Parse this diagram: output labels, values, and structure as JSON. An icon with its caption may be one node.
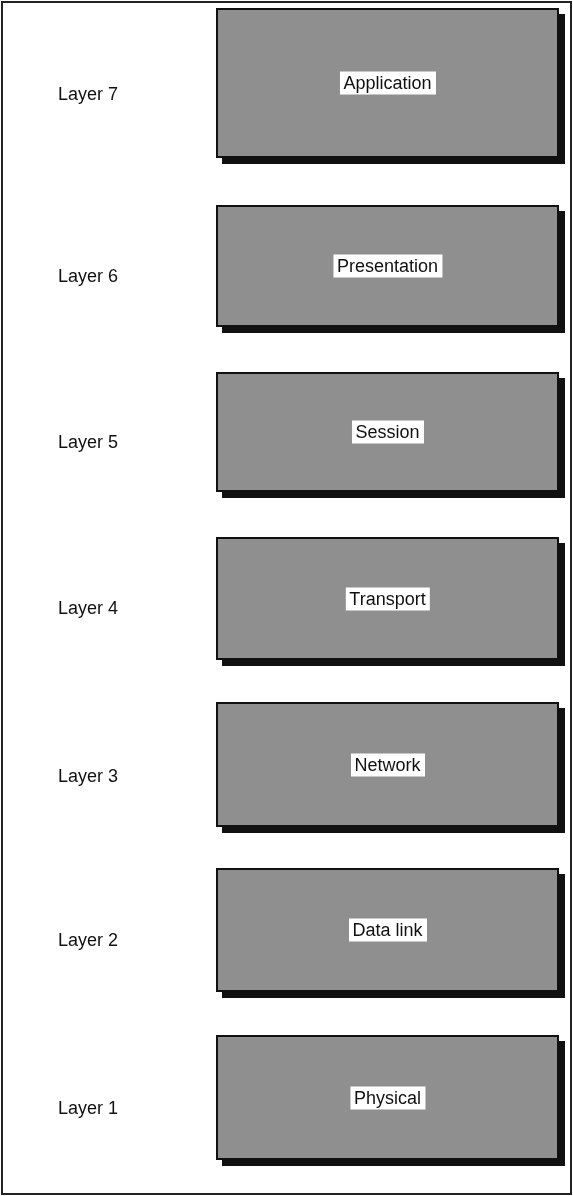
{
  "diagram": {
    "nodes": [
      {
        "text": [
          "Application"
        ]
      },
      {
        "text": [
          "Presentation"
        ]
      },
      {
        "text": [
          "Session"
        ]
      },
      {
        "text": [
          "Transport"
        ]
      },
      {
        "text": [
          "Network"
        ]
      },
      {
        "text": [
          "Data link"
        ]
      },
      {
        "text": [
          "Physical"
        ]
      }
    ],
    "labels": [
      "Layer 7",
      "Layer 6",
      "Layer 5",
      "Layer 4",
      "Layer 3",
      "Layer 2",
      "Layer 1"
    ]
  }
}
